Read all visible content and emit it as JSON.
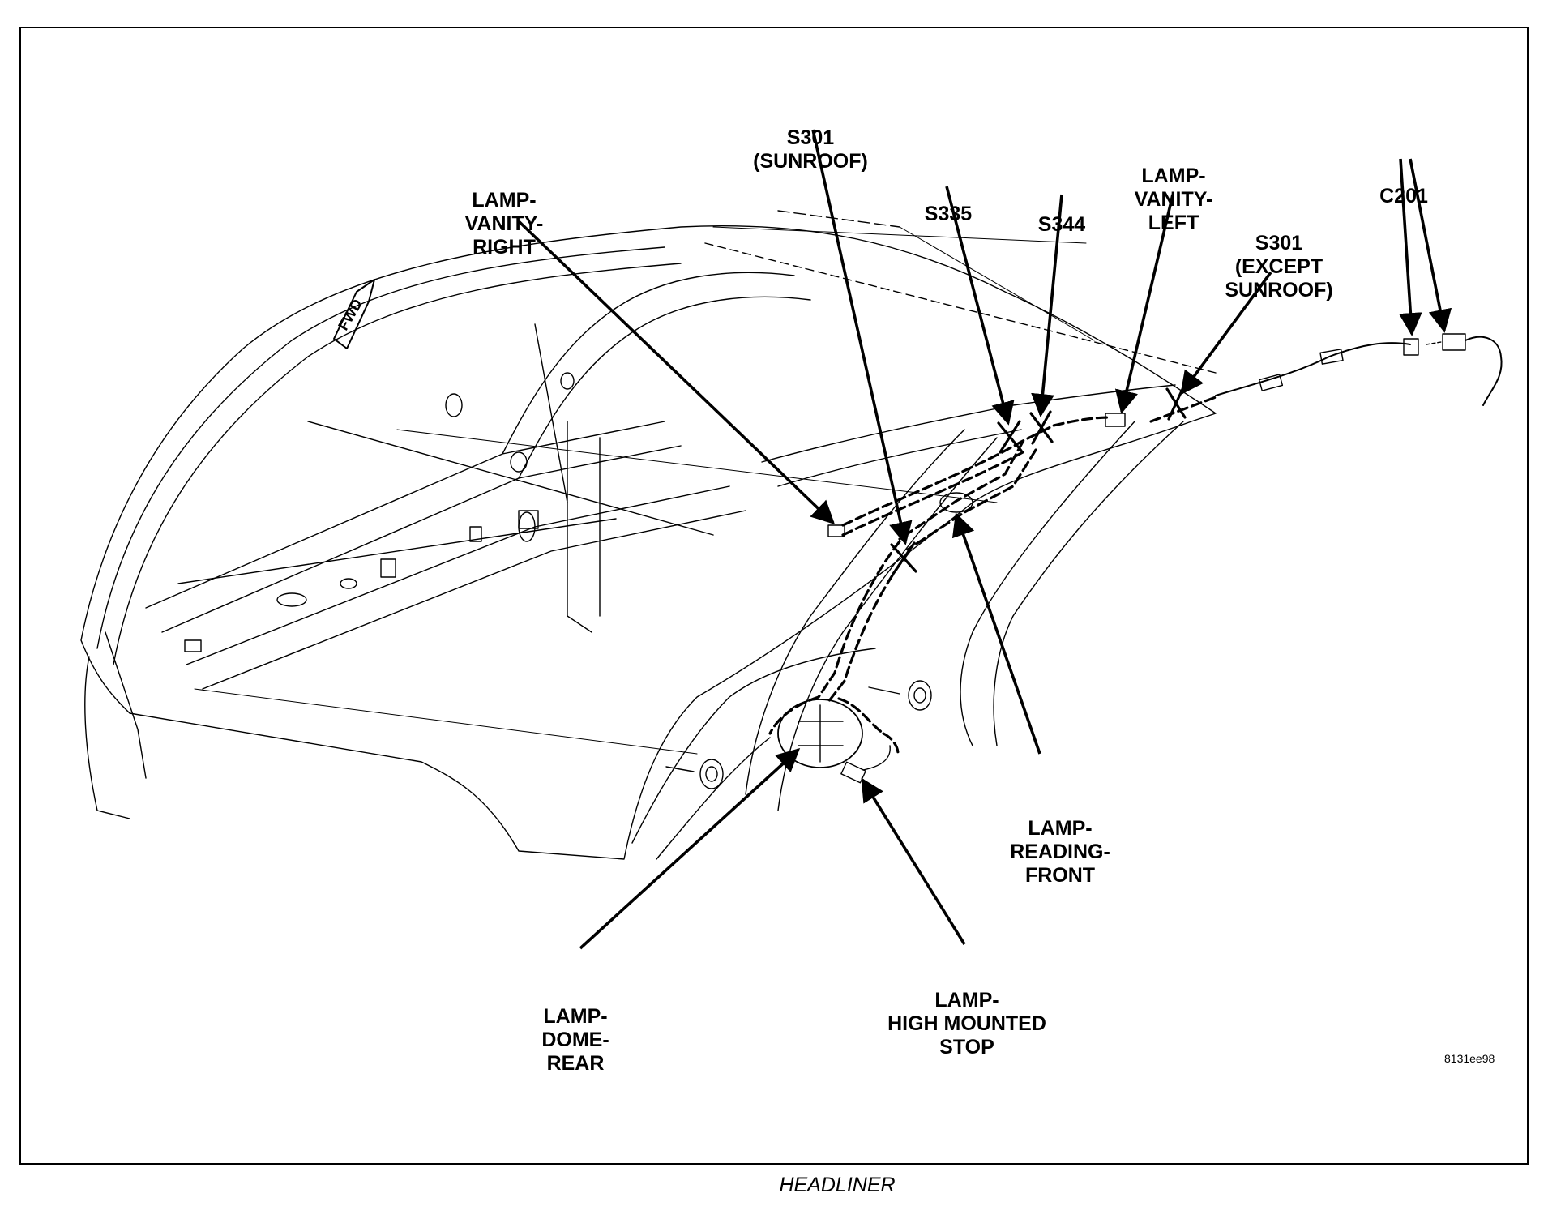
{
  "diagram_id": "8131ee98",
  "caption": "HEADLINER",
  "fwd_label": "FWD",
  "labels": {
    "s301_sunroof": [
      "S301",
      "(SUNROOF)"
    ],
    "lamp_vanity_right": [
      "LAMP-",
      "VANITY-",
      "RIGHT"
    ],
    "s335": [
      "S335"
    ],
    "s344": [
      "S344"
    ],
    "lamp_vanity_left": [
      "LAMP-",
      "VANITY-",
      "LEFT"
    ],
    "s301_except_sunroof": [
      "S301",
      "(EXCEPT",
      "SUNROOF)"
    ],
    "c201": [
      "C201"
    ],
    "lamp_reading_front": [
      "LAMP-",
      "READING-",
      "FRONT"
    ],
    "lamp_dome_rear": [
      "LAMP-",
      "DOME-",
      "REAR"
    ],
    "lamp_high_mounted_stop": [
      "LAMP-",
      "HIGH MOUNTED",
      "STOP"
    ]
  },
  "colors": {
    "line": "#000000",
    "background": "#ffffff"
  }
}
